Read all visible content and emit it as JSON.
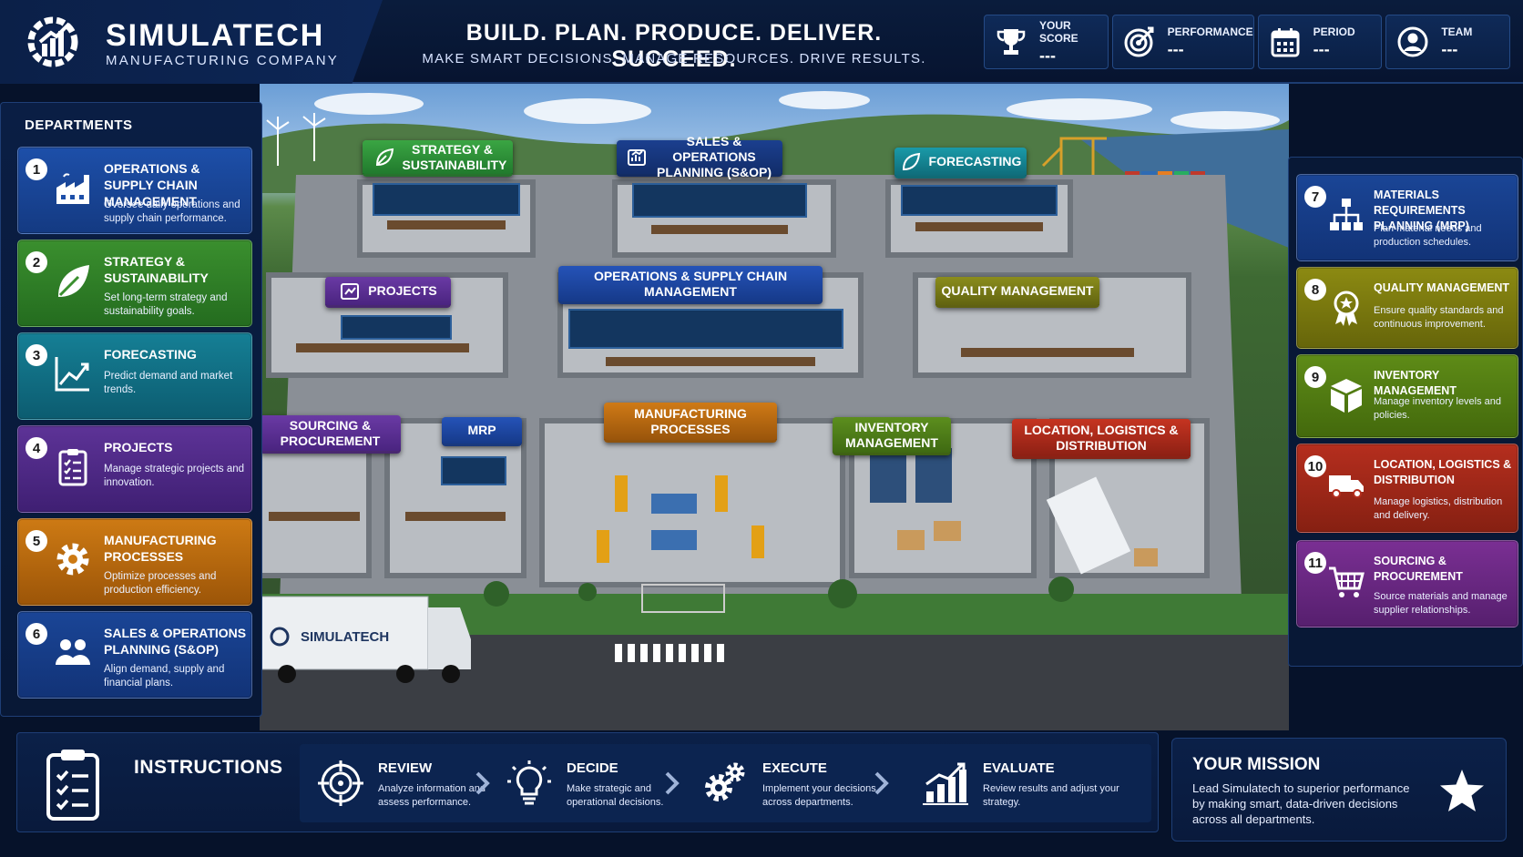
{
  "header": {
    "company_name": "SIMULATECH",
    "company_sub": "MANUFACTURING COMPANY",
    "tagline": "BUILD. PLAN. PRODUCE. DELIVER. SUCCEED.",
    "tagline_sub": "MAKE SMART DECISIONS. MANAGE RESOURCES. DRIVE RESULTS.",
    "stats": [
      {
        "label": "YOUR SCORE",
        "value": "---",
        "icon": "trophy-icon"
      },
      {
        "label": "PERFORMANCE",
        "value": "---",
        "icon": "target-icon"
      },
      {
        "label": "PERIOD",
        "value": "---",
        "icon": "calendar-icon"
      },
      {
        "label": "TEAM",
        "value": "---",
        "icon": "user-icon"
      }
    ]
  },
  "departments_title": "DEPARTMENTS",
  "departments_left": [
    {
      "num": "1",
      "title": "OPERATIONS & SUPPLY CHAIN MANAGEMENT",
      "desc": "Oversee daily operations and supply chain performance.",
      "icon": "factory-icon",
      "color": "#1d4fa9"
    },
    {
      "num": "2",
      "title": "STRATEGY & SUSTAINABILITY",
      "desc": "Set long-term strategy and sustainability goals.",
      "icon": "leaf-icon",
      "color": "#3a8f2e"
    },
    {
      "num": "3",
      "title": "FORECASTING",
      "desc": "Predict demand and market trends.",
      "icon": "trend-chart-icon",
      "color": "#157f95"
    },
    {
      "num": "4",
      "title": "PROJECTS",
      "desc": "Manage strategic projects and innovation.",
      "icon": "clipboard-list-icon",
      "color": "#5d3397"
    },
    {
      "num": "5",
      "title": "MANUFACTURING PROCESSES",
      "desc": "Optimize processes and production efficiency.",
      "icon": "gear-icon",
      "color": "#cd7a14"
    },
    {
      "num": "6",
      "title": "SALES & OPERATIONS PLANNING (S&OP)",
      "desc": "Align demand, supply and financial plans.",
      "icon": "people-icon",
      "color": "#1a4596"
    }
  ],
  "departments_right": [
    {
      "num": "7",
      "title": "MATERIALS REQUIREMENTS PLANNING (MRP)",
      "desc": "Plan material needs and production schedules.",
      "icon": "hierarchy-icon",
      "color": "#1a4596"
    },
    {
      "num": "8",
      "title": "QUALITY MANAGEMENT",
      "desc": "Ensure quality standards and continuous improvement.",
      "icon": "award-icon",
      "color": "#8c8a12"
    },
    {
      "num": "9",
      "title": "INVENTORY MANAGEMENT",
      "desc": "Manage inventory levels and policies.",
      "icon": "box-icon",
      "color": "#5e8b17"
    },
    {
      "num": "10",
      "title": "LOCATION, LOGISTICS & DISTRIBUTION",
      "desc": "Manage logistics, distribution and delivery.",
      "icon": "truck-icon",
      "color": "#b52e1e"
    },
    {
      "num": "11",
      "title": "SOURCING & PROCUREMENT",
      "desc": "Source materials and manage supplier relationships.",
      "icon": "cart-icon",
      "color": "#7a2f93"
    }
  ],
  "scene_labels": {
    "strategy": "STRATEGY & SUSTAINABILITY",
    "sop": "SALES & OPERATIONS PLANNING (S&OP)",
    "forecasting": "FORECASTING",
    "projects": "PROJECTS",
    "ops": "OPERATIONS & SUPPLY CHAIN MANAGEMENT",
    "quality": "QUALITY MANAGEMENT",
    "sourcing": "SOURCING & PROCUREMENT",
    "mrp": "MRP",
    "manufacturing": "MANUFACTURING PROCESSES",
    "inventory": "INVENTORY MANAGEMENT",
    "logistics": "LOCATION, LOGISTICS & DISTRIBUTION",
    "truck_brand": "SIMULATECH"
  },
  "instructions": {
    "title": "INSTRUCTIONS",
    "steps": [
      {
        "title": "REVIEW",
        "desc": "Analyze information and assess performance.",
        "icon": "crosshair-icon"
      },
      {
        "title": "DECIDE",
        "desc": "Make strategic and operational decisions.",
        "icon": "lightbulb-icon"
      },
      {
        "title": "EXECUTE",
        "desc": "Implement your decisions across departments.",
        "icon": "gears-icon"
      },
      {
        "title": "EVALUATE",
        "desc": "Review results and adjust your strategy.",
        "icon": "bar-chart-icon"
      }
    ]
  },
  "mission": {
    "title": "YOUR MISSION",
    "text": "Lead Simulatech to superior performance by making smart, data-driven decisions across all departments.",
    "icon": "star-icon"
  }
}
